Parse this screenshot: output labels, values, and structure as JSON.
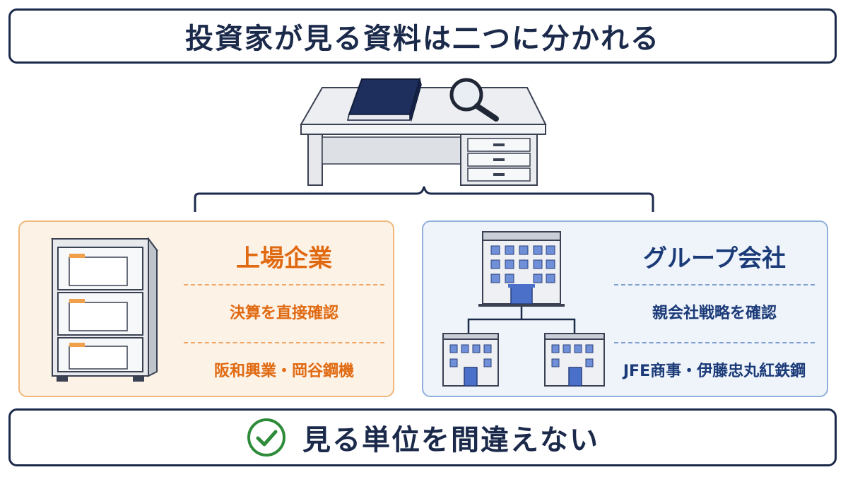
{
  "title": "投資家が見る資料は二つに分かれる",
  "left_panel": {
    "title": "上場企業",
    "line1": "決算を直接確認",
    "line2": "阪和興業・岡谷鋼機"
  },
  "right_panel": {
    "title": "グループ会社",
    "line1": "親会社戦略を確認",
    "line2": "JFE商事・伊藤忠丸紅鉄鋼"
  },
  "bottom": {
    "text": "見る単位を間違えない"
  },
  "icons": {
    "desk": "desk-icon",
    "book": "book-icon",
    "magnifier": "magnifier-icon",
    "cabinet": "file-cabinet-icon",
    "buildings": "building-hierarchy-icon",
    "check": "check-circle-icon"
  },
  "colors": {
    "navy": "#1b2a4a",
    "orange": "#e06a12",
    "blue": "#1b3a78",
    "green": "#2e8b3a",
    "left_bg": "#fdf2e6",
    "right_bg": "#eff4fb"
  }
}
